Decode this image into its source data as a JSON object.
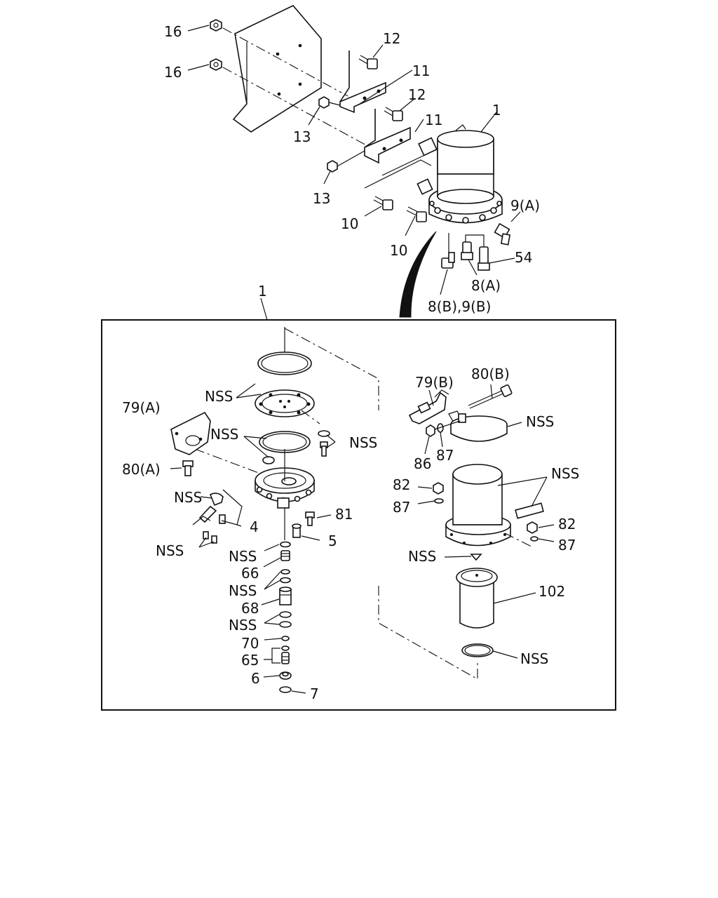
{
  "labels": {
    "l16a": "16",
    "l16b": "16",
    "l12a": "12",
    "l12b": "12",
    "l11a": "11",
    "l11b": "11",
    "l13a": "13",
    "l13b": "13",
    "l1top": "1",
    "l9a": "9(A)",
    "l10a": "10",
    "l10b": "10",
    "l54": "54",
    "l8a": "8(A)",
    "l8b9b": "8(B),9(B)",
    "l1box": "1",
    "l79a": "79(A)",
    "l80a": "80(A)",
    "lnss1": "NSS",
    "lnss2": "NSS",
    "lnss3": "NSS",
    "lnss4": "NSS",
    "lnss5": "NSS",
    "l4": "4",
    "l81": "81",
    "l5": "5",
    "lnss6": "NSS",
    "l66": "66",
    "lnss7": "NSS",
    "l68": "68",
    "lnss8": "NSS",
    "l70": "70",
    "l65": "65",
    "l6": "6",
    "l7": "7",
    "l79b": "79(B)",
    "l80b": "80(B)",
    "lnss9": "NSS",
    "l86": "86",
    "l87a": "87",
    "l82a": "82",
    "l87b": "87",
    "lnss10": "NSS",
    "l82b": "82",
    "l87c": "87",
    "lnss11": "NSS",
    "l102": "102",
    "lnss12": "NSS"
  }
}
